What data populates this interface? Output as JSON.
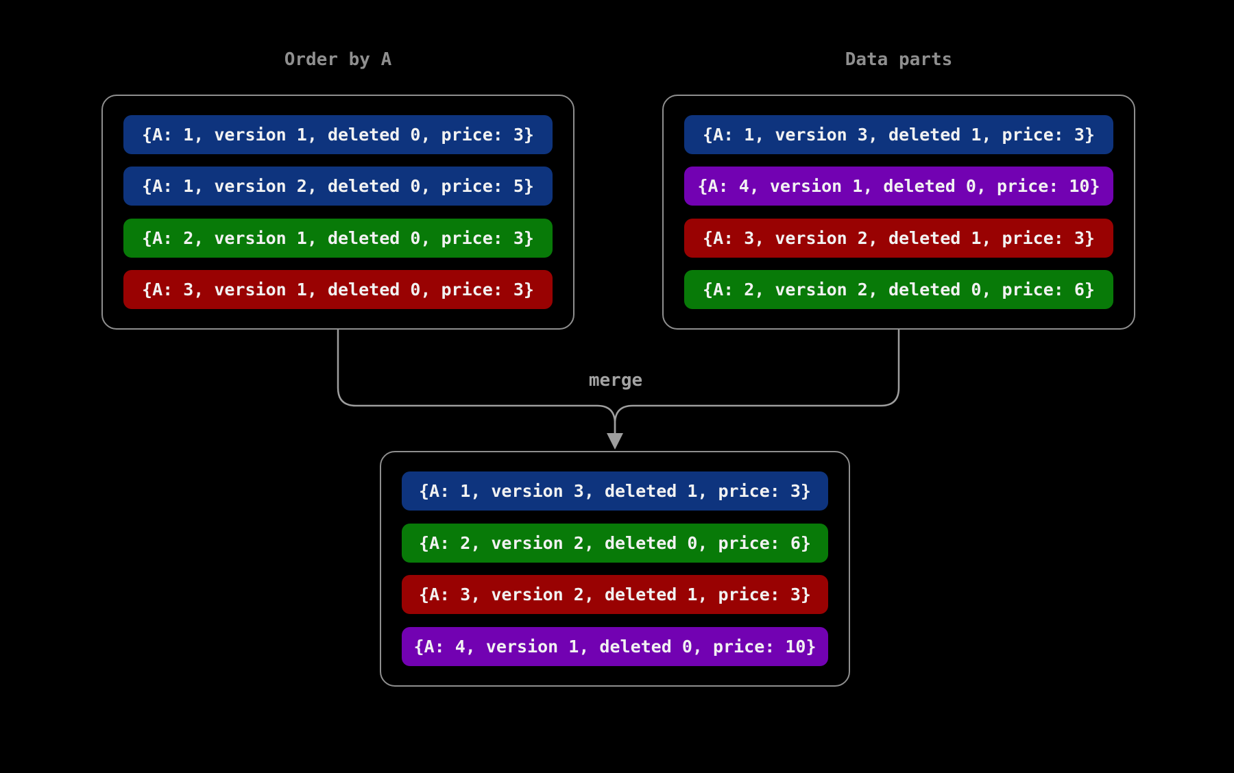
{
  "diagram": {
    "background": "#000000",
    "panel_border_color": "#8f8f8f",
    "title_color": "#8f8f8f",
    "row_text_color": "#f2f2f2",
    "connector": {
      "label": "merge",
      "line_color": "#9e9e9e"
    },
    "row_colors": {
      "blue": "#0e347e",
      "green": "#087a08",
      "red": "#990202",
      "purple": "#7202b2"
    },
    "left_panel": {
      "title": "Order by A",
      "rows": [
        {
          "text": "{A: 1, version 1, deleted 0, price: 3}",
          "color_name": "blue",
          "color": "#0e347e"
        },
        {
          "text": "{A: 1, version 2, deleted 0, price: 5}",
          "color_name": "blue",
          "color": "#0e347e"
        },
        {
          "text": "{A: 2, version 1, deleted 0, price: 3}",
          "color_name": "green",
          "color": "#087a08"
        },
        {
          "text": "{A: 3, version 1, deleted 0, price: 3}",
          "color_name": "red",
          "color": "#990202"
        }
      ]
    },
    "right_panel": {
      "title": "Data parts",
      "rows": [
        {
          "text": "{A: 1, version 3, deleted 1, price: 3}",
          "color_name": "blue",
          "color": "#0e347e"
        },
        {
          "text": "{A: 4, version 1, deleted 0, price: 10}",
          "color_name": "purple",
          "color": "#7202b2"
        },
        {
          "text": "{A: 3, version 2, deleted 1, price: 3}",
          "color_name": "red",
          "color": "#990202"
        },
        {
          "text": "{A: 2, version 2, deleted 0, price: 6}",
          "color_name": "green",
          "color": "#087a08"
        }
      ]
    },
    "merged_panel": {
      "rows": [
        {
          "text": "{A: 1, version 3, deleted 1, price: 3}",
          "color_name": "blue",
          "color": "#0e347e"
        },
        {
          "text": "{A: 2, version 2, deleted 0, price: 6}",
          "color_name": "green",
          "color": "#087a08"
        },
        {
          "text": "{A: 3, version 2, deleted 1, price: 3}",
          "color_name": "red",
          "color": "#990202"
        },
        {
          "text": "{A: 4, version 1, deleted 0, price: 10}",
          "color_name": "purple",
          "color": "#7202b2"
        }
      ]
    }
  }
}
